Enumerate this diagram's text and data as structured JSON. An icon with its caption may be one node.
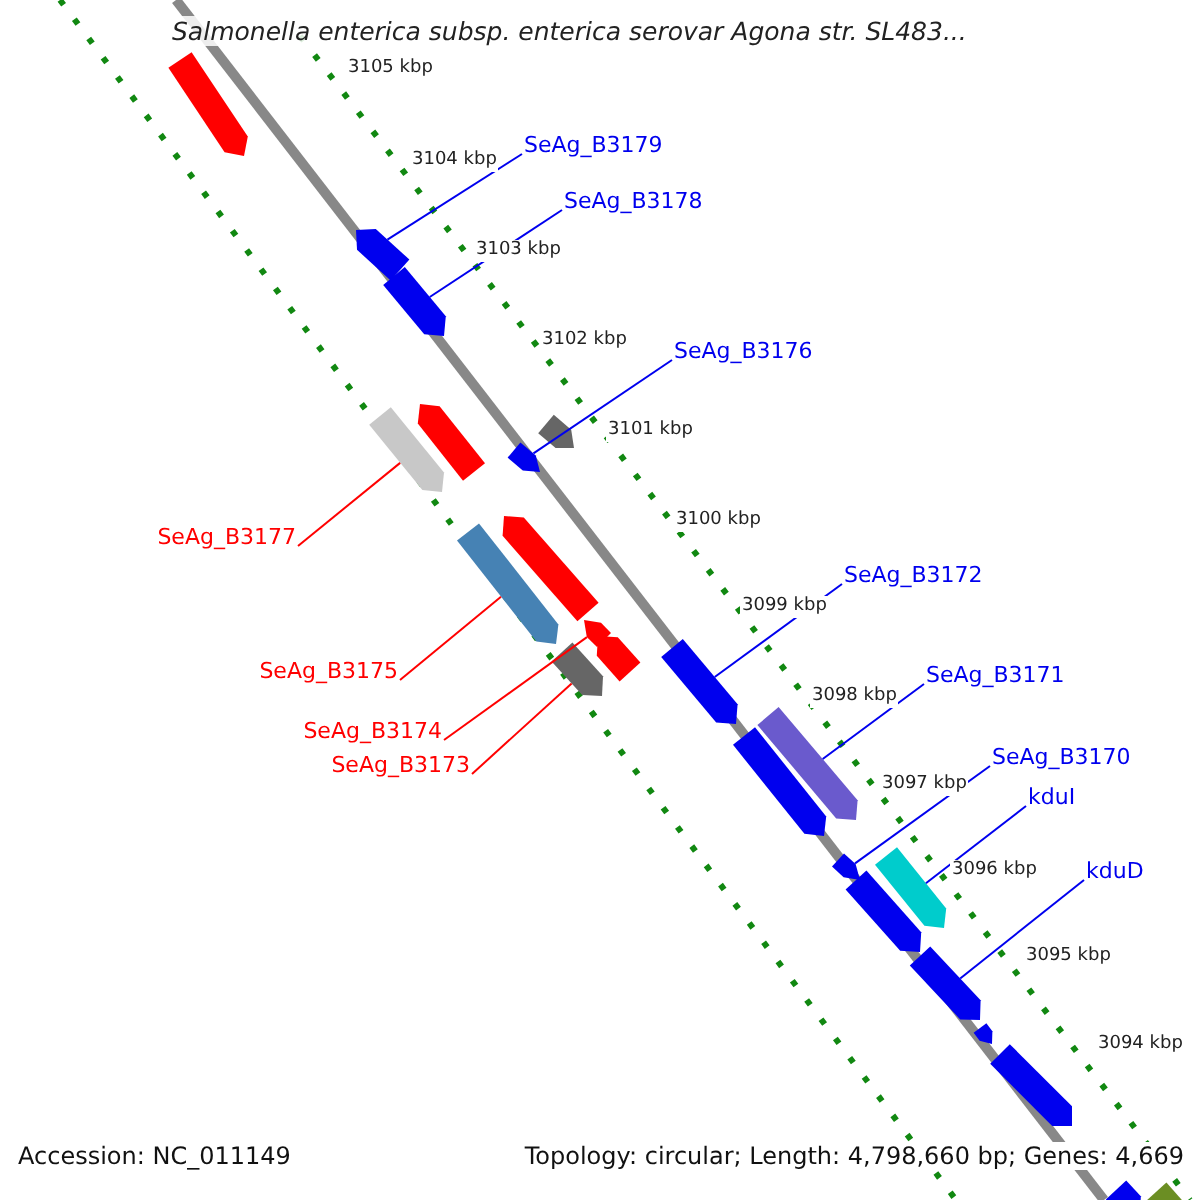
{
  "diagram": {
    "title": "Salmonella enterica subsp. enterica serovar Agona str. SL483...",
    "nodes": [
      {
        "text": [
          "SeAg_B3179"
        ]
      },
      {
        "text": [
          "SeAg_B3178"
        ]
      },
      {
        "text": [
          "SeAg_B3176"
        ]
      },
      {
        "text": [
          "SeAg_B3177"
        ]
      },
      {
        "text": [
          "SeAg_B3175"
        ]
      },
      {
        "text": [
          "SeAg_B3174"
        ]
      },
      {
        "text": [
          "SeAg_B3173"
        ]
      },
      {
        "text": [
          "SeAg_B3172"
        ]
      },
      {
        "text": [
          "SeAg_B3171"
        ]
      },
      {
        "text": [
          "SeAg_B3170"
        ]
      },
      {
        "text": [
          "kduI"
        ]
      },
      {
        "text": [
          "kduD"
        ]
      },
      {
        "text": [],
        "shape": "arrow"
      },
      {
        "text": [],
        "shape": "arrow"
      },
      {
        "text": [],
        "shape": "arrow"
      },
      {
        "text": [],
        "shape": "arrow"
      },
      {
        "text": [],
        "shape": "arrow"
      },
      {
        "text": [],
        "shape": "arrow"
      },
      {
        "text": [],
        "shape": "arrow"
      },
      {
        "text": [],
        "shape": "arrow"
      },
      {
        "text": [],
        "shape": "arrow"
      },
      {
        "text": [],
        "shape": "arrow"
      },
      {
        "text": [],
        "shape": "arrow"
      },
      {
        "text": [],
        "shape": "arrow"
      },
      {
        "text": [],
        "shape": "arrow"
      },
      {
        "text": [],
        "shape": "arrow"
      },
      {
        "text": [],
        "shape": "arrow"
      },
      {
        "text": [],
        "shape": "arrow"
      },
      {
        "text": [],
        "shape": "arrow"
      },
      {
        "text": [],
        "shape": "arrow"
      },
      {
        "text": [],
        "shape": "arrow"
      },
      {
        "text": [],
        "shape": "arrow"
      },
      {
        "text": [],
        "shape": "arrow"
      },
      {
        "text": [],
        "shape": "arrow"
      },
      {
        "text": [],
        "shape": "arrow"
      }
    ],
    "edges": [
      {
        "from": 0,
        "to": 12,
        "arrow": "none"
      },
      {
        "from": 1,
        "to": 13,
        "arrow": "none"
      },
      {
        "from": 2,
        "to": 14,
        "arrow": "none"
      },
      {
        "from": 3,
        "to": 15,
        "arrow": "none",
        "color": "#ff0000"
      },
      {
        "from": 4,
        "to": 16,
        "arrow": "none",
        "color": "#ff0000"
      },
      {
        "from": 5,
        "to": 17,
        "arrow": "none",
        "color": "#ff0000"
      },
      {
        "from": 6,
        "to": 18,
        "arrow": "none",
        "color": "#ff0000"
      },
      {
        "from": 7,
        "to": 19,
        "arrow": "none"
      },
      {
        "from": 8,
        "to": 20,
        "arrow": "none"
      },
      {
        "from": 9,
        "to": 21,
        "arrow": "none"
      },
      {
        "from": 10,
        "to": 22,
        "arrow": "none"
      },
      {
        "from": 11,
        "to": 23,
        "arrow": "none"
      }
    ],
    "labels": [
      "3105 kbp",
      "3104 kbp",
      "3103 kbp",
      "3102 kbp",
      "3101 kbp",
      "3100 kbp",
      "3099 kbp",
      "3098 kbp",
      "3097 kbp",
      "3096 kbp",
      "3095 kbp",
      "3094 kbp",
      "Accession: NC_011149",
      "Topology: circular; Length: 4,798,660 bp; Genes: 4,669"
    ]
  }
}
